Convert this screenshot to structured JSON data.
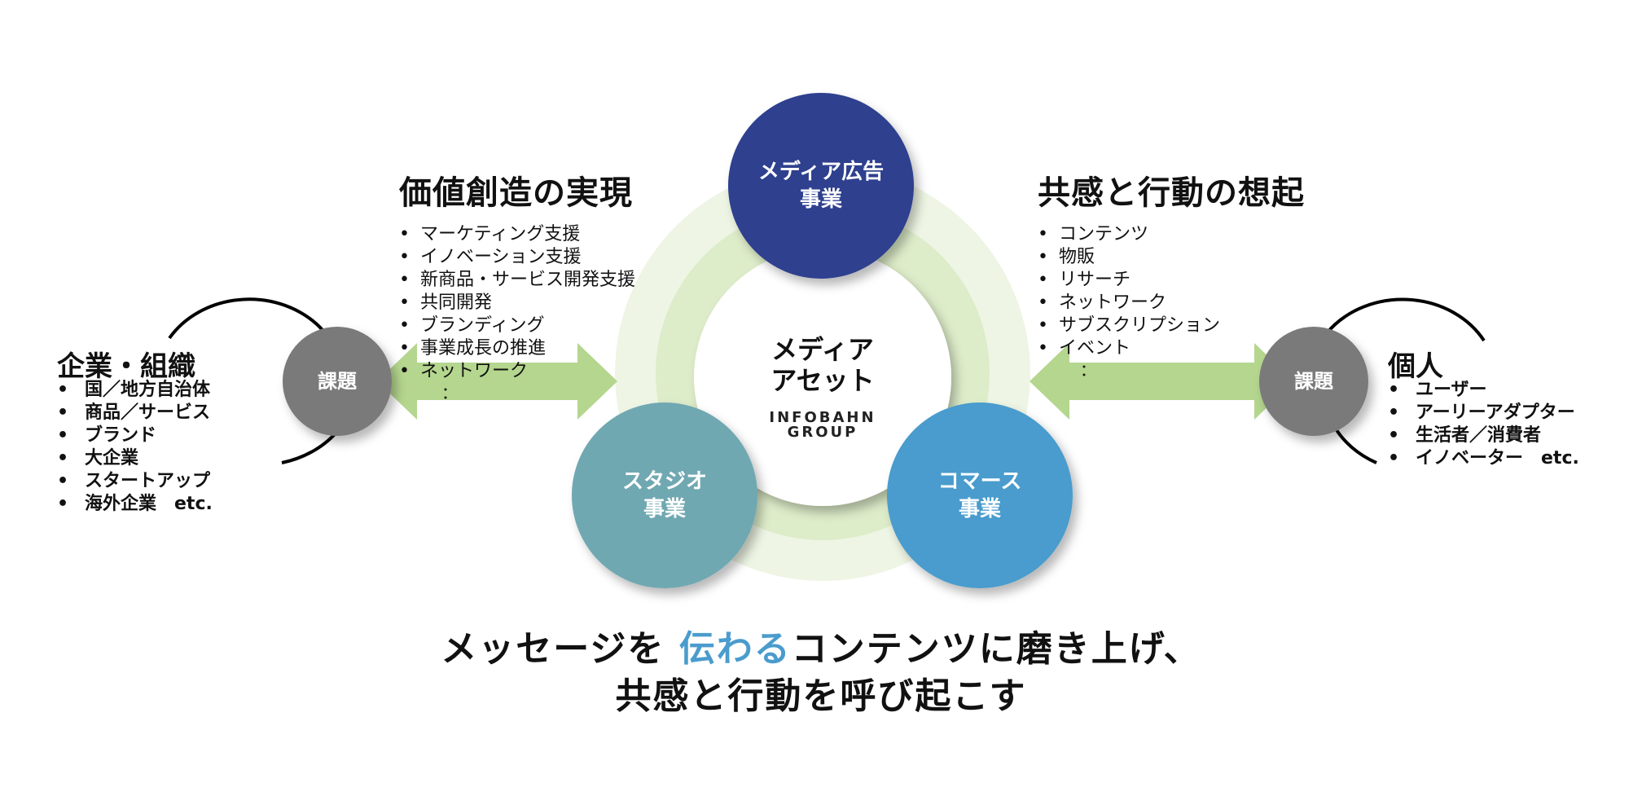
{
  "center": {
    "lines": [
      "メディア",
      "アセット"
    ],
    "logo_lines": [
      "INFOBAHN",
      "GROUP"
    ]
  },
  "circles": {
    "media_ad": {
      "lines": [
        "メディア広告",
        "事業"
      ]
    },
    "studio": {
      "lines": [
        "スタジオ",
        "事業"
      ]
    },
    "commerce": {
      "lines": [
        "コマース",
        "事業"
      ]
    }
  },
  "left_heading": "価値創造の実現",
  "left_items": [
    "マーケティング支援",
    "イノベーション支援",
    "新商品・サービス開発支援",
    "共同開発",
    "ブランディング",
    "事業成長の推進",
    "ネットワーク"
  ],
  "left_more": "：",
  "right_heading": "共感と行動の想起",
  "right_items": [
    "コンテンツ",
    "物販",
    "リサーチ",
    "ネットワーク",
    "サブスクリプション",
    "イベント"
  ],
  "right_more": "：",
  "left_group": {
    "label": "企業・組織",
    "badge": "課題",
    "items": [
      "国／地方自治体",
      "商品／サービス",
      "ブランド",
      "大企業",
      "スタートアップ",
      "海外企業　etc."
    ]
  },
  "right_group": {
    "label": "個人",
    "badge": "課題",
    "items": [
      "ユーザー",
      "アーリーアダプター",
      "生活者／消費者",
      "イノベーター　etc."
    ]
  },
  "tagline": {
    "line1_before": "メッセージを ",
    "line1_highlight": "伝わる",
    "line1_after": "コンテンツに磨き上げ、",
    "line2": "共感と行動を呼び起こす"
  },
  "colors": {
    "media_ad": "#2e3f8e",
    "studio": "#6fa8b2",
    "commerce": "#4a9ccd",
    "badge": "#7a7a7a",
    "arrow": "#b4d68e",
    "ring_outer": "#eef5e4",
    "ring_inner": "#ddecc9",
    "highlight": "#4a9ccd"
  }
}
